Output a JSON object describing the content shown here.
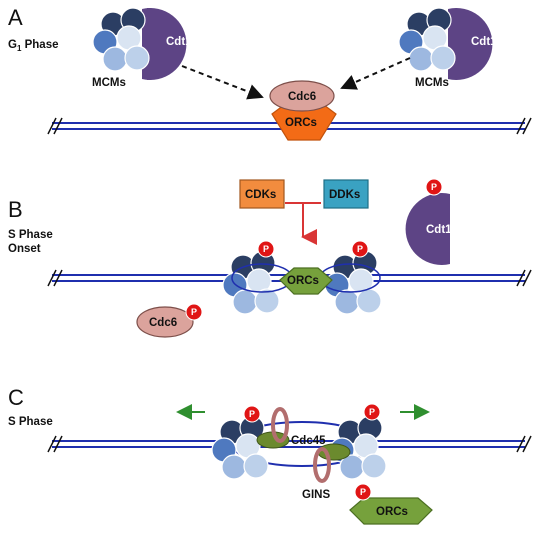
{
  "panels": {
    "a": {
      "letter": "A",
      "phase_main": "G",
      "phase_sub": "1",
      "phase_rest": " Phase"
    },
    "b": {
      "letter": "B",
      "phase_line1": "S Phase",
      "phase_line2": "Onset"
    },
    "c": {
      "letter": "C",
      "phase_line1": "S Phase"
    }
  },
  "labels": {
    "cdt1": "Cdt1",
    "mcms": "MCMs",
    "cdc6": "Cdc6",
    "orcs": "ORCs",
    "cdks": "CDKs",
    "ddks": "DDKs",
    "phospho": "P",
    "cdc45": "Cdc45",
    "gins": "GINS"
  },
  "colors": {
    "dna": "#1f2fae",
    "mcm_dark": "#2b3e63",
    "mcm_mid": "#4f79bf",
    "mcm_light": "#9db8e0",
    "mcm_pale": "#d9e4f2",
    "cdt1": "#5d4485",
    "cdc6": "#dba39c",
    "orcs_a": "#f36b16",
    "orcs_green": "#76a13c",
    "cdks": "#f28c3e",
    "ddks": "#3aa2c2",
    "phospho": "#e01515",
    "inhibit": "#d93535",
    "move_arrow": "#2f8f2f",
    "cdc45": "#6b8a2e",
    "gins": "#b26e6e"
  }
}
